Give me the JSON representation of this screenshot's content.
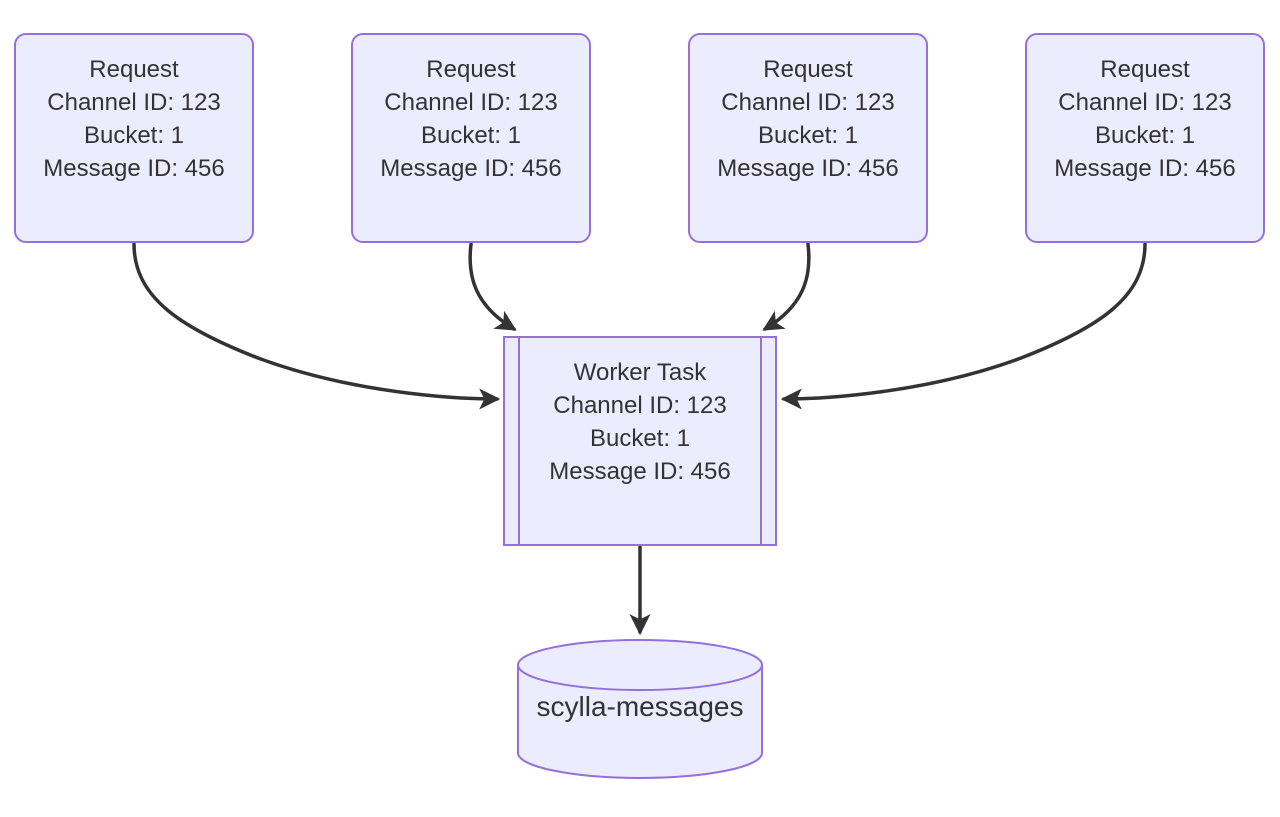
{
  "palette": {
    "background": "#ffffff",
    "node_fill": "#ECECFF",
    "node_border": "#9370DB",
    "edge_color": "#333333",
    "text_color": "#333333"
  },
  "request_nodes": [
    {
      "title": "Request",
      "channel": "Channel ID: 123",
      "bucket": "Bucket: 1",
      "message": "Message ID: 456"
    },
    {
      "title": "Request",
      "channel": "Channel ID: 123",
      "bucket": "Bucket: 1",
      "message": "Message ID: 456"
    },
    {
      "title": "Request",
      "channel": "Channel ID: 123",
      "bucket": "Bucket: 1",
      "message": "Message ID: 456"
    },
    {
      "title": "Request",
      "channel": "Channel ID: 123",
      "bucket": "Bucket: 1",
      "message": "Message ID: 456"
    }
  ],
  "worker_node": {
    "title": "Worker Task",
    "channel": "Channel ID: 123",
    "bucket": "Bucket: 1",
    "message": "Message ID: 456"
  },
  "database_node": {
    "label": "scylla-messages"
  },
  "edges": [
    {
      "from": "request-1",
      "to": "worker-task"
    },
    {
      "from": "request-2",
      "to": "worker-task"
    },
    {
      "from": "request-3",
      "to": "worker-task"
    },
    {
      "from": "request-4",
      "to": "worker-task"
    },
    {
      "from": "worker-task",
      "to": "database"
    }
  ]
}
